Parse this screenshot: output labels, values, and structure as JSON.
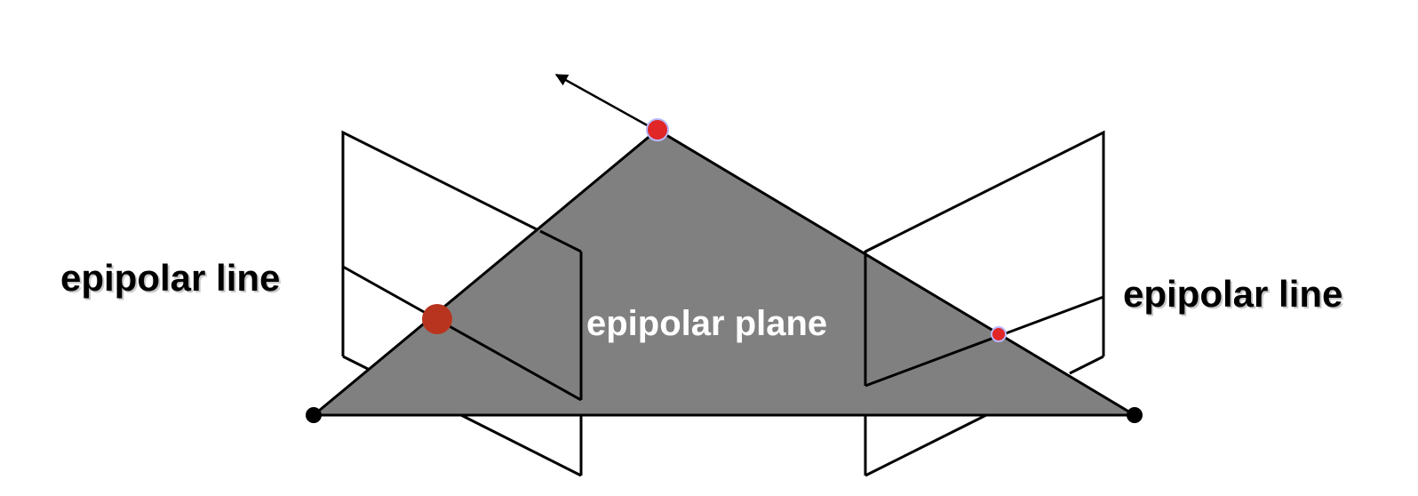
{
  "labels": {
    "left_epipolar_line": "epipolar line",
    "right_epipolar_line": "epipolar line",
    "epipolar_plane": "epipolar plane"
  },
  "colors": {
    "plane_fill": "#808080",
    "stroke": "#000000",
    "scene_point": "#e02626",
    "left_image_point": "#b8341f",
    "right_image_point": "#e02626",
    "point_halo": "#b8b8ff",
    "plane_label": "#ffffff",
    "side_label": "#000000",
    "label_shadow": "#c8c8c8"
  }
}
